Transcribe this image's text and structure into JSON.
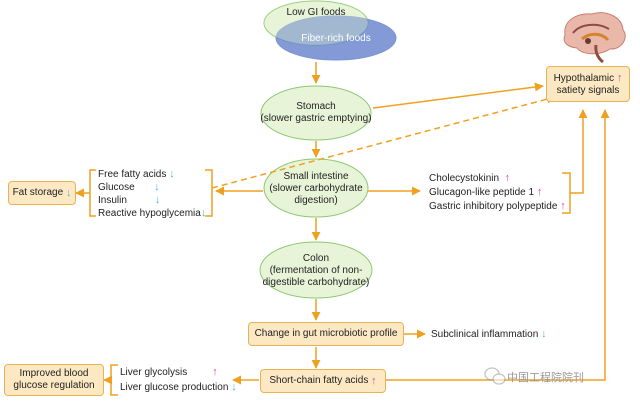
{
  "colors": {
    "oval_fill": "#e8f4d8",
    "oval_stroke": "#8cc870",
    "overlap_blue": "#5a78c8",
    "arrow": "#f0a020",
    "box_fill": "#fce9c4",
    "up_arrow": "#d64aa0",
    "down_arrow": "#49b6e6"
  },
  "top": {
    "low_gi": "Low GI foods",
    "fiber": "Fiber-rich foods"
  },
  "stomach": {
    "line1": "Stomach",
    "line2": "(slower gastric emptying)"
  },
  "small_intestine": {
    "line1": "Small intestine",
    "line2": "(slower carbohydrate",
    "line3": "digestion)"
  },
  "colon": {
    "line1": "Colon",
    "line2": "(fermentation of non-",
    "line3": "digestible carbohydrate)"
  },
  "gut_profile": "Change in gut microbiotic profile",
  "inflammation": {
    "text": "Subclinical inflammation",
    "trend": "down"
  },
  "scfa": {
    "text": "Short-chain fatty acids",
    "trend": "up"
  },
  "hypothalamic": {
    "line1": "Hypothalamic",
    "line2": "satiety signals",
    "trend": "up"
  },
  "fat_storage": {
    "text": "Fat storage",
    "trend": "down"
  },
  "improved": {
    "line1": "Improved blood",
    "line2": "glucose regulation"
  },
  "metabolites": [
    {
      "text": "Free fatty acids",
      "trend": "down"
    },
    {
      "text": "Glucose",
      "trend": "down"
    },
    {
      "text": "Insulin",
      "trend": "down"
    },
    {
      "text": "Reactive hypoglycemia",
      "trend": "down"
    }
  ],
  "hormones": [
    {
      "text": "Cholecystokinin",
      "trend": "up"
    },
    {
      "text": "Glucagon-like peptide 1",
      "trend": "up"
    },
    {
      "text": "Gastric inhibitory polypeptide",
      "trend": "up"
    }
  ],
  "liver": [
    {
      "text": "Liver glycolysis",
      "trend": "up"
    },
    {
      "text": "Liver glucose production",
      "trend": "down"
    }
  ],
  "watermark": "中国工程院院刊",
  "icons": {
    "brain": "brain-icon",
    "up": "up-arrow-icon",
    "down": "down-arrow-icon",
    "watermark_logo": "wechat-icon"
  }
}
